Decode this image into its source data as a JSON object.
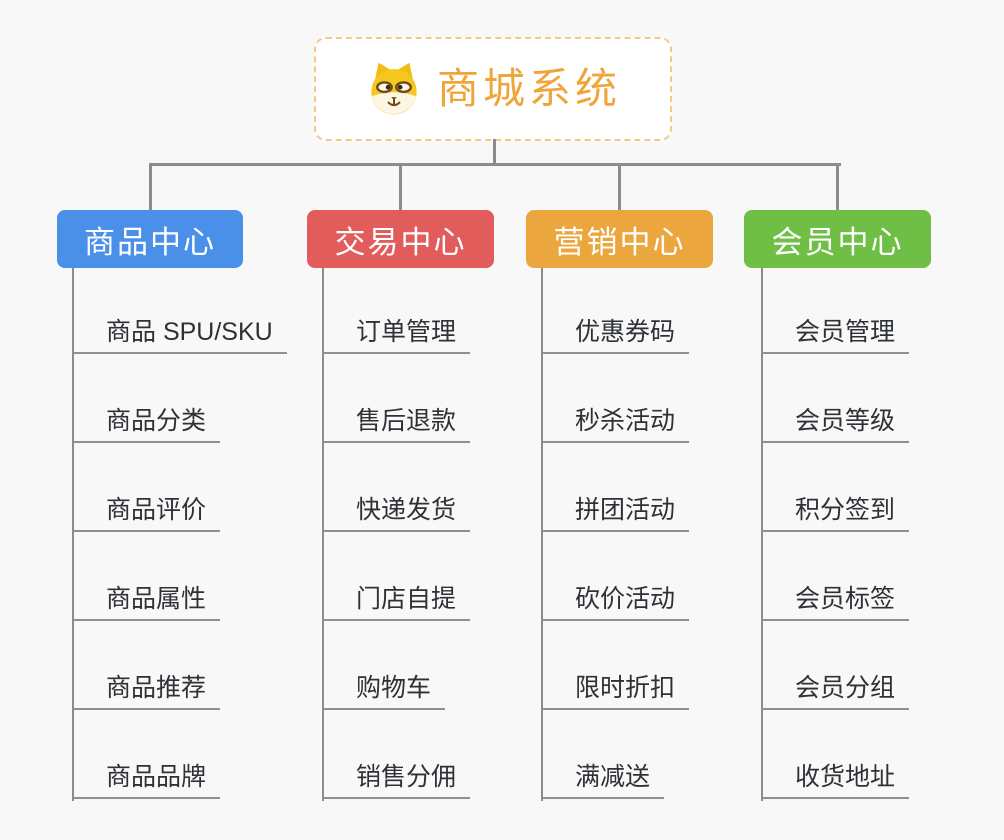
{
  "root": {
    "title": "商城系统",
    "icon": "dog-face-icon",
    "title_color": "#f0a53a",
    "box_border_color": "#f2cb82",
    "box_background": "#ffffff"
  },
  "connector_color": "#8c8c8c",
  "background_color": "#f8f8f8",
  "leaf_text_color": "#2e3135",
  "leaf_underline_color": "#8f8f8f",
  "branches": [
    {
      "label": "商品中心",
      "color": "#4a8fe8",
      "items": [
        "商品 SPU/SKU",
        "商品分类",
        "商品评价",
        "商品属性",
        "商品推荐",
        "商品品牌"
      ]
    },
    {
      "label": "交易中心",
      "color": "#e35c5c",
      "items": [
        "订单管理",
        "售后退款",
        "快递发货",
        "门店自提",
        "购物车",
        "销售分佣"
      ]
    },
    {
      "label": "营销中心",
      "color": "#eba73e",
      "items": [
        "优惠券码",
        "秒杀活动",
        "拼团活动",
        "砍价活动",
        "限时折扣",
        "满减送"
      ]
    },
    {
      "label": "会员中心",
      "color": "#6fbe45",
      "items": [
        "会员管理",
        "会员等级",
        "积分签到",
        "会员标签",
        "会员分组",
        "收货地址"
      ]
    }
  ]
}
